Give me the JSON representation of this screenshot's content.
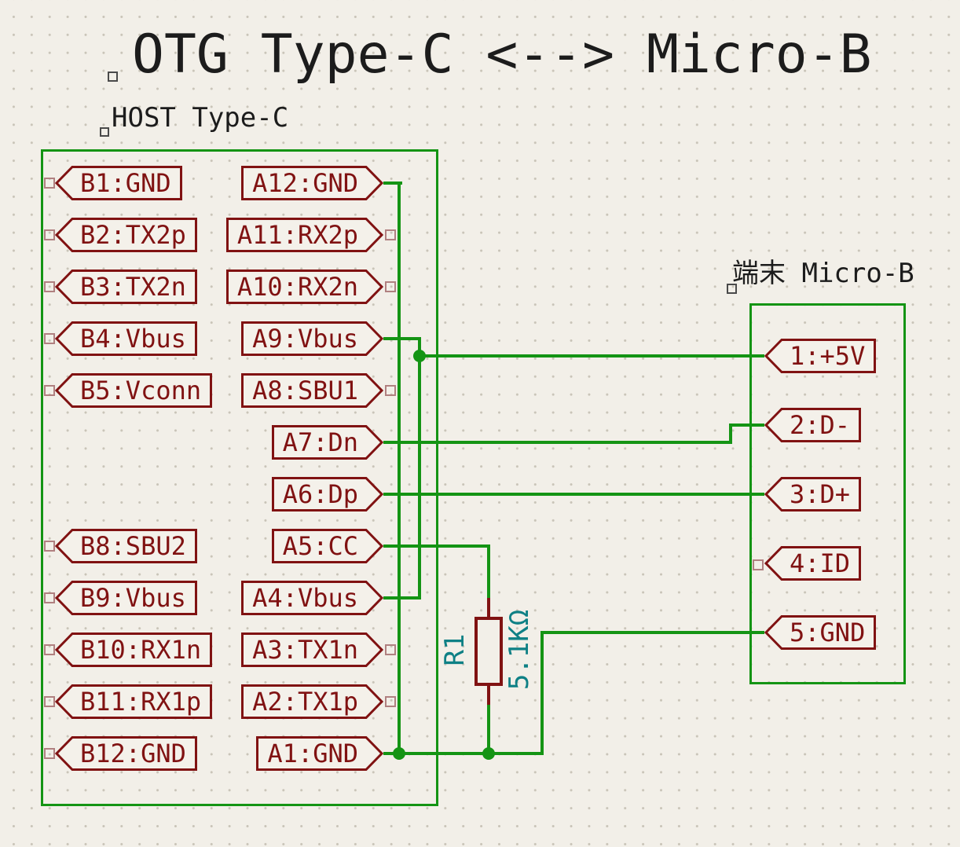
{
  "title": "OTG Type-C <--> Micro-B",
  "host": {
    "label": "HOST Type-C",
    "pins_b": [
      "B1:GND",
      "B2:TX2p",
      "B3:TX2n",
      "B4:Vbus",
      "B5:Vconn",
      "B8:SBU2",
      "B9:Vbus",
      "B10:RX1n",
      "B11:RX1p",
      "B12:GND"
    ],
    "pins_a": [
      "A12:GND",
      "A11:RX2p",
      "A10:RX2n",
      "A9:Vbus",
      "A8:SBU1",
      "A7:Dn",
      "A6:Dp",
      "A5:CC",
      "A4:Vbus",
      "A3:TX1n",
      "A2:TX1p",
      "A1:GND"
    ]
  },
  "micro": {
    "label": "端末 Micro-B",
    "pins": [
      "1:+5V",
      "2:D-",
      "3:D+",
      "4:ID",
      "5:GND"
    ]
  },
  "resistor": {
    "ref": "R1",
    "value": "5.1KΩ"
  },
  "colors": {
    "background": "#F2EFE8",
    "grid_dot": "#C9C4B8",
    "wire_green": "#149414",
    "label_outline": "#801212",
    "label_fill": "#F4F1EA",
    "field_teal": "#0E8085",
    "text_black": "#1C1C1C",
    "pin_marker": "#B08080"
  }
}
